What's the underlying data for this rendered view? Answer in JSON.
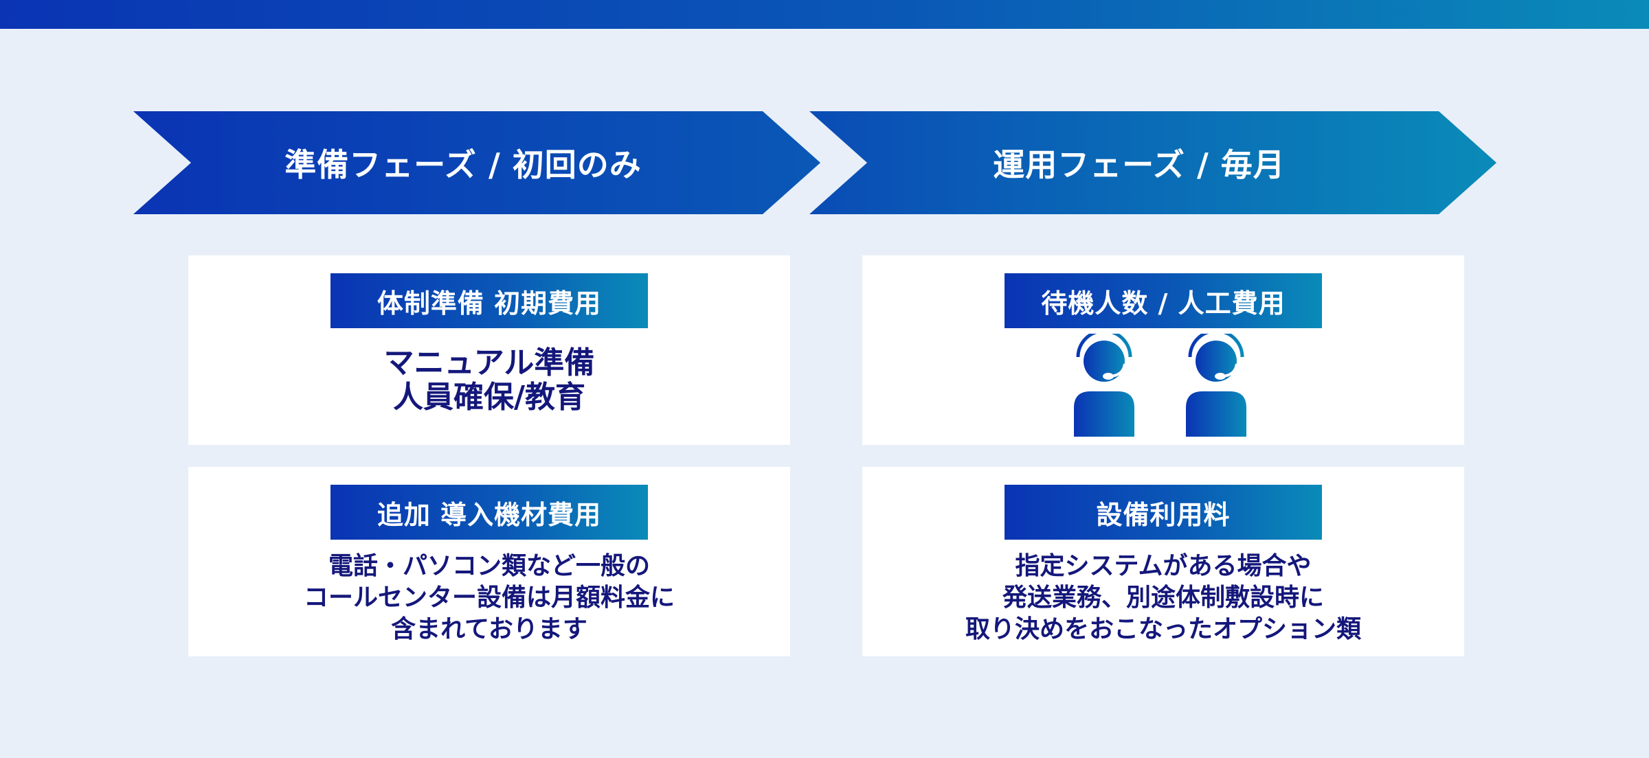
{
  "colors": {
    "gradient_start": "#0a34b4",
    "gradient_mid": "#0a58b6",
    "gradient_end": "#0a8bb8",
    "text_dark": "#14177a",
    "background": "#e8eff8",
    "card": "#ffffff"
  },
  "phases": [
    {
      "title": "準備フェーズ / 初回のみ",
      "cards": [
        {
          "label": "体制準備 初期費用",
          "lines": [
            "マニュアル準備",
            "人員確保/教育"
          ]
        },
        {
          "label": "追加 導入機材費用",
          "lines": [
            "電話・パソコン類など一般の",
            "コールセンター設備は月額料金に",
            "含まれております"
          ]
        }
      ]
    },
    {
      "title": "運用フェーズ / 毎月",
      "cards": [
        {
          "label": "待機人数 / 人工費用",
          "icons": [
            "operator-headset-icon",
            "operator-headset-icon"
          ]
        },
        {
          "label": "設備利用料",
          "lines": [
            "指定システムがある場合や",
            "発送業務、別途体制敷設時に",
            "取り決めをおこなったオプション類"
          ]
        }
      ]
    }
  ]
}
